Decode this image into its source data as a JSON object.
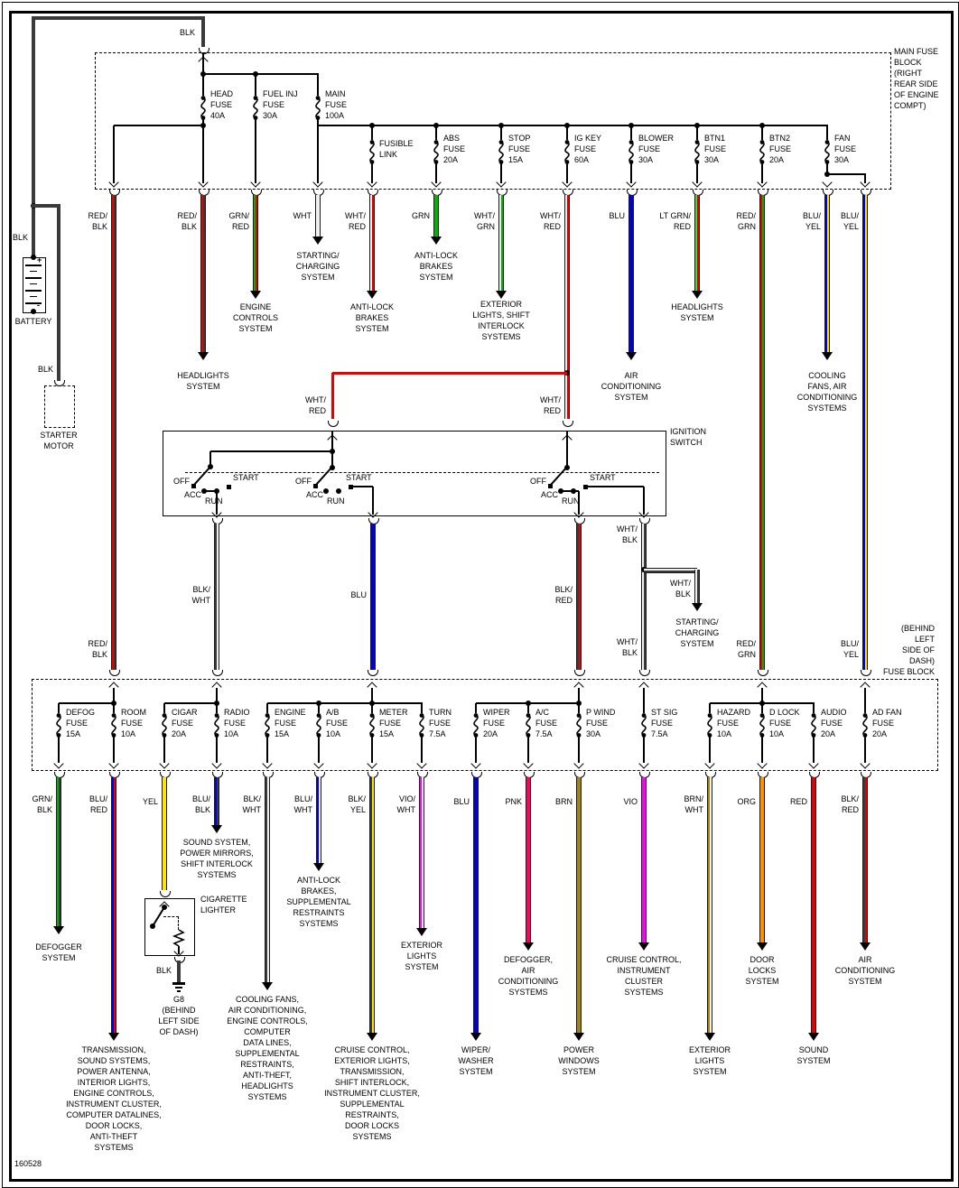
{
  "doc_number": "160528",
  "wire_colors": {
    "BLK": "#3a3a3a",
    "WHT": "#f0f0f0",
    "RED": "#e60000",
    "GRN": "#00b400",
    "LT GRN": "#3ddd3d",
    "BLU": "#0000dd",
    "YEL": "#ffe400",
    "ORG": "#ff9000",
    "PNK": "#ff0062",
    "VIO": "#ff00ff",
    "BRN": "#a08414"
  },
  "battery": {
    "label": "BATTERY",
    "positive": "+",
    "negative": "-",
    "cable_label": "BLK"
  },
  "battery_feed": {
    "label": "BLK"
  },
  "starter_motor": {
    "label_lines": [
      "STARTER",
      "MOTOR"
    ],
    "cable_label": "BLK"
  },
  "main_fuse_block": {
    "title": "MAIN FUSE BLOCK (RIGHT REAR SIDE OF ENGINE COMPT)",
    "title_lines": [
      "MAIN FUSE",
      "BLOCK",
      "(RIGHT",
      "REAR SIDE",
      "OF ENGINE",
      "COMPT)"
    ],
    "fuses": [
      {
        "id": "head",
        "name": "HEAD FUSE",
        "rating": "40A",
        "lines": [
          "HEAD",
          "FUSE",
          "40A"
        ]
      },
      {
        "id": "fuel-inj",
        "name": "FUEL INJ FUSE",
        "rating": "30A",
        "lines": [
          "FUEL INJ",
          "FUSE",
          "30A"
        ]
      },
      {
        "id": "main",
        "name": "MAIN FUSE",
        "rating": "100A",
        "lines": [
          "MAIN",
          "FUSE",
          "100A"
        ]
      },
      {
        "id": "fusible-link",
        "name": "FUSIBLE LINK",
        "rating": "",
        "lines": [
          "FUSIBLE",
          "LINK"
        ]
      },
      {
        "id": "abs",
        "name": "ABS FUSE",
        "rating": "20A",
        "lines": [
          "ABS",
          "FUSE",
          "20A"
        ]
      },
      {
        "id": "stop",
        "name": "STOP FUSE",
        "rating": "15A",
        "lines": [
          "STOP",
          "FUSE",
          "15A"
        ]
      },
      {
        "id": "ig-key",
        "name": "IG KEY FUSE",
        "rating": "60A",
        "lines": [
          "IG KEY",
          "FUSE",
          "60A"
        ]
      },
      {
        "id": "blower",
        "name": "BLOWER FUSE",
        "rating": "30A",
        "lines": [
          "BLOWER",
          "FUSE",
          "30A"
        ]
      },
      {
        "id": "btn1",
        "name": "BTN1 FUSE",
        "rating": "30A",
        "lines": [
          "BTN1",
          "FUSE",
          "30A"
        ]
      },
      {
        "id": "btn2",
        "name": "BTN2 FUSE",
        "rating": "20A",
        "lines": [
          "BTN2",
          "FUSE",
          "20A"
        ]
      },
      {
        "id": "fan",
        "name": "FAN FUSE",
        "rating": "30A",
        "lines": [
          "FAN",
          "FUSE",
          "30A"
        ]
      }
    ]
  },
  "circuits_top": [
    {
      "id": "head-feed",
      "wire": "RED/BLK",
      "wire_lines": [
        "RED/",
        "BLK"
      ]
    },
    {
      "id": "headlights-1",
      "wire": "RED/BLK",
      "wire_lines": [
        "RED/",
        "BLK"
      ],
      "system_lines": [
        "HEADLIGHTS",
        "SYSTEM"
      ]
    },
    {
      "id": "engine-controls",
      "wire": "GRN/RED",
      "wire_lines": [
        "GRN/",
        "RED"
      ],
      "system_lines": [
        "ENGINE",
        "CONTROLS",
        "SYSTEM"
      ]
    },
    {
      "id": "starting-charging-1",
      "wire": "WHT",
      "wire_lines": [
        "WHT"
      ],
      "system_lines": [
        "STARTING/",
        "CHARGING",
        "SYSTEM"
      ]
    },
    {
      "id": "anti-lock-1",
      "wire": "WHT/RED",
      "wire_lines": [
        "WHT/",
        "RED"
      ],
      "system_lines": [
        "ANTI-LOCK",
        "BRAKES",
        "SYSTEM"
      ]
    },
    {
      "id": "anti-lock-2",
      "wire": "GRN",
      "wire_lines": [
        "GRN"
      ],
      "system_lines": [
        "ANTI-LOCK",
        "BRAKES",
        "SYSTEM"
      ]
    },
    {
      "id": "exterior-shift",
      "wire": "WHT/GRN",
      "wire_lines": [
        "WHT/",
        "GRN"
      ],
      "system_lines": [
        "EXTERIOR",
        "LIGHTS, SHIFT",
        "INTERLOCK",
        "SYSTEMS"
      ]
    },
    {
      "id": "ignition-feed",
      "wire": "WHT/RED",
      "wire_lines": [
        "WHT/",
        "RED"
      ]
    },
    {
      "id": "air-conditioning",
      "wire": "BLU",
      "wire_lines": [
        "BLU"
      ],
      "system_lines": [
        "AIR",
        "CONDITIONING",
        "SYSTEM"
      ]
    },
    {
      "id": "headlights-2",
      "wire": "LT GRN/RED",
      "wire_lines": [
        "LT GRN/",
        "RED"
      ],
      "system_lines": [
        "HEADLIGHTS",
        "SYSTEM"
      ]
    },
    {
      "id": "btn2-feed",
      "wire": "RED/GRN",
      "wire_lines": [
        "RED/",
        "GRN"
      ]
    },
    {
      "id": "cooling-fans",
      "wire": "BLU/YEL",
      "wire_lines": [
        "BLU/",
        "YEL"
      ],
      "system_lines": [
        "COOLING",
        "FANS, AIR",
        "CONDITIONING",
        "SYSTEMS"
      ]
    },
    {
      "id": "fan-feed",
      "wire": "BLU/YEL",
      "wire_lines": [
        "BLU/",
        "YEL"
      ]
    }
  ],
  "ignition_switch": {
    "title": "IGNITION SWITCH",
    "title_lines": [
      "IGNITION",
      "SWITCH"
    ],
    "input_wire": "WHT/RED",
    "off": "OFF",
    "acc": "ACC",
    "run": "RUN",
    "start": "START",
    "outputs": [
      {
        "id": "out-acc-run-1",
        "wire": "BLK/WHT",
        "wire_lines": [
          "BLK/",
          "WHT"
        ]
      },
      {
        "id": "out-start-1",
        "wire": "BLU",
        "wire_lines": [
          "BLU"
        ]
      },
      {
        "id": "out-acc-run-2",
        "wire": "BLK/RED",
        "wire_lines": [
          "BLK/",
          "RED"
        ]
      },
      {
        "id": "out-start-2",
        "wire": "WHT/BLK",
        "wire_lines": [
          "WHT/",
          "BLK"
        ],
        "branch": {
          "wire": "WHT/BLK",
          "wire_lines": [
            "WHT/",
            "BLK"
          ],
          "system_lines": [
            "STARTING/",
            "CHARGING",
            "SYSTEM"
          ]
        }
      }
    ]
  },
  "dash_fuse_block": {
    "title": "(BEHIND LEFT SIDE OF DASH) FUSE BLOCK",
    "title_lines": [
      "(BEHIND",
      "LEFT",
      "SIDE OF",
      "DASH)",
      "FUSE BLOCK"
    ],
    "fuses": [
      {
        "id": "defog",
        "name": "DEFOG FUSE",
        "rating": "15A",
        "lines": [
          "DEFOG",
          "FUSE",
          "15A"
        ]
      },
      {
        "id": "room",
        "name": "ROOM FUSE",
        "rating": "10A",
        "lines": [
          "ROOM",
          "FUSE",
          "10A"
        ]
      },
      {
        "id": "cigar",
        "name": "CIGAR FUSE",
        "rating": "20A",
        "lines": [
          "CIGAR",
          "FUSE",
          "20A"
        ]
      },
      {
        "id": "radio",
        "name": "RADIO FUSE",
        "rating": "10A",
        "lines": [
          "RADIO",
          "FUSE",
          "10A"
        ]
      },
      {
        "id": "engine",
        "name": "ENGINE FUSE",
        "rating": "15A",
        "lines": [
          "ENGINE",
          "FUSE",
          "15A"
        ]
      },
      {
        "id": "ab",
        "name": "A/B FUSE",
        "rating": "10A",
        "lines": [
          "A/B",
          "FUSE",
          "10A"
        ]
      },
      {
        "id": "meter",
        "name": "METER FUSE",
        "rating": "15A",
        "lines": [
          "METER",
          "FUSE",
          "15A"
        ]
      },
      {
        "id": "turn",
        "name": "TURN FUSE",
        "rating": "7.5A",
        "lines": [
          "TURN",
          "FUSE",
          "7.5A"
        ]
      },
      {
        "id": "wiper",
        "name": "WIPER FUSE",
        "rating": "20A",
        "lines": [
          "WIPER",
          "FUSE",
          "20A"
        ]
      },
      {
        "id": "ac",
        "name": "A/C FUSE",
        "rating": "7.5A",
        "lines": [
          "A/C",
          "FUSE",
          "7.5A"
        ]
      },
      {
        "id": "p-wind",
        "name": "P WIND FUSE",
        "rating": "30A",
        "lines": [
          "P WIND",
          "FUSE",
          "30A"
        ]
      },
      {
        "id": "st-sig",
        "name": "ST SIG FUSE",
        "rating": "7.5A",
        "lines": [
          "ST SIG",
          "FUSE",
          "7.5A"
        ]
      },
      {
        "id": "hazard",
        "name": "HAZARD FUSE",
        "rating": "10A",
        "lines": [
          "HAZARD",
          "FUSE",
          "10A"
        ]
      },
      {
        "id": "d-lock",
        "name": "D LOCK FUSE",
        "rating": "10A",
        "lines": [
          "D LOCK",
          "FUSE",
          "10A"
        ]
      },
      {
        "id": "audio",
        "name": "AUDIO FUSE",
        "rating": "20A",
        "lines": [
          "AUDIO",
          "FUSE",
          "20A"
        ]
      },
      {
        "id": "ad-fan",
        "name": "AD FAN FUSE",
        "rating": "20A",
        "lines": [
          "AD FAN",
          "FUSE",
          "20A"
        ]
      }
    ]
  },
  "circuits_bottom": [
    {
      "id": "defogger",
      "wire": "GRN/BLK",
      "wire_lines": [
        "GRN/",
        "BLK"
      ],
      "system_lines": [
        "DEFOGGER",
        "SYSTEM"
      ]
    },
    {
      "id": "transmission-multi",
      "wire": "BLU/RED",
      "wire_lines": [
        "BLU/",
        "RED"
      ],
      "system_lines": [
        "TRANSMISSION,",
        "SOUND SYSTEMS,",
        "POWER ANTENNA,",
        "INTERIOR LIGHTS,",
        "ENGINE CONTROLS,",
        "INSTRUMENT CLUSTER,",
        "COMPUTER DATALINES,",
        "DOOR LOCKS,",
        "ANTI-THEFT",
        "SYSTEMS"
      ]
    },
    {
      "id": "cigarette-lighter",
      "wire": "YEL",
      "wire_lines": [
        "YEL"
      ],
      "component": "CIGARETTE LIGHTER",
      "component_lines": [
        "CIGARETTE",
        "LIGHTER"
      ],
      "ground_wire": "BLK",
      "ground": "G8 (BEHIND LEFT SIDE OF DASH)",
      "ground_lines": [
        "G8",
        "(BEHIND",
        "LEFT SIDE",
        "OF DASH)"
      ]
    },
    {
      "id": "sound-mirrors",
      "wire": "BLU/BLK",
      "wire_lines": [
        "BLU/",
        "BLK"
      ],
      "system_lines": [
        "SOUND SYSTEM,",
        "POWER MIRRORS,",
        "SHIFT INTERLOCK",
        "SYSTEMS"
      ]
    },
    {
      "id": "cooling-fans-multi",
      "wire": "BLK/WHT",
      "wire_lines": [
        "BLK/",
        "WHT"
      ],
      "system_lines": [
        "COOLING FANS,",
        "AIR CONDITIONING,",
        "ENGINE CONTROLS,",
        "COMPUTER",
        "DATA LINES,",
        "SUPPLEMENTAL",
        "RESTRAINTS,",
        "ANTI-THEFT,",
        "HEADLIGHTS",
        "SYSTEMS"
      ]
    },
    {
      "id": "abs-srs",
      "wire": "BLU/WHT",
      "wire_lines": [
        "BLU/",
        "WHT"
      ],
      "system_lines": [
        "ANTI-LOCK",
        "BRAKES,",
        "SUPPLEMENTAL",
        "RESTRAINTS",
        "SYSTEMS"
      ]
    },
    {
      "id": "cruise-multi",
      "wire": "BLK/YEL",
      "wire_lines": [
        "BLK/",
        "YEL"
      ],
      "system_lines": [
        "CRUISE CONTROL,",
        "EXTERIOR LIGHTS,",
        "TRANSMISSION,",
        "SHIFT INTERLOCK,",
        "INSTRUMENT CLUSTER,",
        "SUPPLEMENTAL",
        "RESTRAINTS,",
        "DOOR LOCKS",
        "SYSTEMS"
      ]
    },
    {
      "id": "exterior-lights-1",
      "wire": "VIO/WHT",
      "wire_lines": [
        "VIO/",
        "WHT"
      ],
      "system_lines": [
        "EXTERIOR",
        "LIGHTS",
        "SYSTEM"
      ]
    },
    {
      "id": "wiper-washer",
      "wire": "BLU",
      "wire_lines": [
        "BLU"
      ],
      "system_lines": [
        "WIPER/",
        "WASHER",
        "SYSTEM"
      ]
    },
    {
      "id": "defogger-ac",
      "wire": "PNK",
      "wire_lines": [
        "PNK"
      ],
      "system_lines": [
        "DEFOGGER,",
        "AIR",
        "CONDITIONING",
        "SYSTEMS"
      ]
    },
    {
      "id": "power-windows",
      "wire": "BRN",
      "wire_lines": [
        "BRN"
      ],
      "system_lines": [
        "POWER",
        "WINDOWS",
        "SYSTEM"
      ]
    },
    {
      "id": "cruise-cluster",
      "wire": "VIO",
      "wire_lines": [
        "VIO"
      ],
      "system_lines": [
        "CRUISE CONTROL,",
        "INSTRUMENT",
        "CLUSTER",
        "SYSTEMS"
      ]
    },
    {
      "id": "exterior-lights-2",
      "wire": "BRN/WHT",
      "wire_lines": [
        "BRN/",
        "WHT"
      ],
      "system_lines": [
        "EXTERIOR",
        "LIGHTS",
        "SYSTEM"
      ]
    },
    {
      "id": "door-locks",
      "wire": "ORG",
      "wire_lines": [
        "ORG"
      ],
      "system_lines": [
        "DOOR",
        "LOCKS",
        "SYSTEM"
      ]
    },
    {
      "id": "sound",
      "wire": "RED",
      "wire_lines": [
        "RED"
      ],
      "system_lines": [
        "SOUND",
        "SYSTEM"
      ]
    },
    {
      "id": "air-conditioning-2",
      "wire": "BLK/RED",
      "wire_lines": [
        "BLK/",
        "RED"
      ],
      "system_lines": [
        "AIR",
        "CONDITIONING",
        "SYSTEM"
      ]
    }
  ]
}
